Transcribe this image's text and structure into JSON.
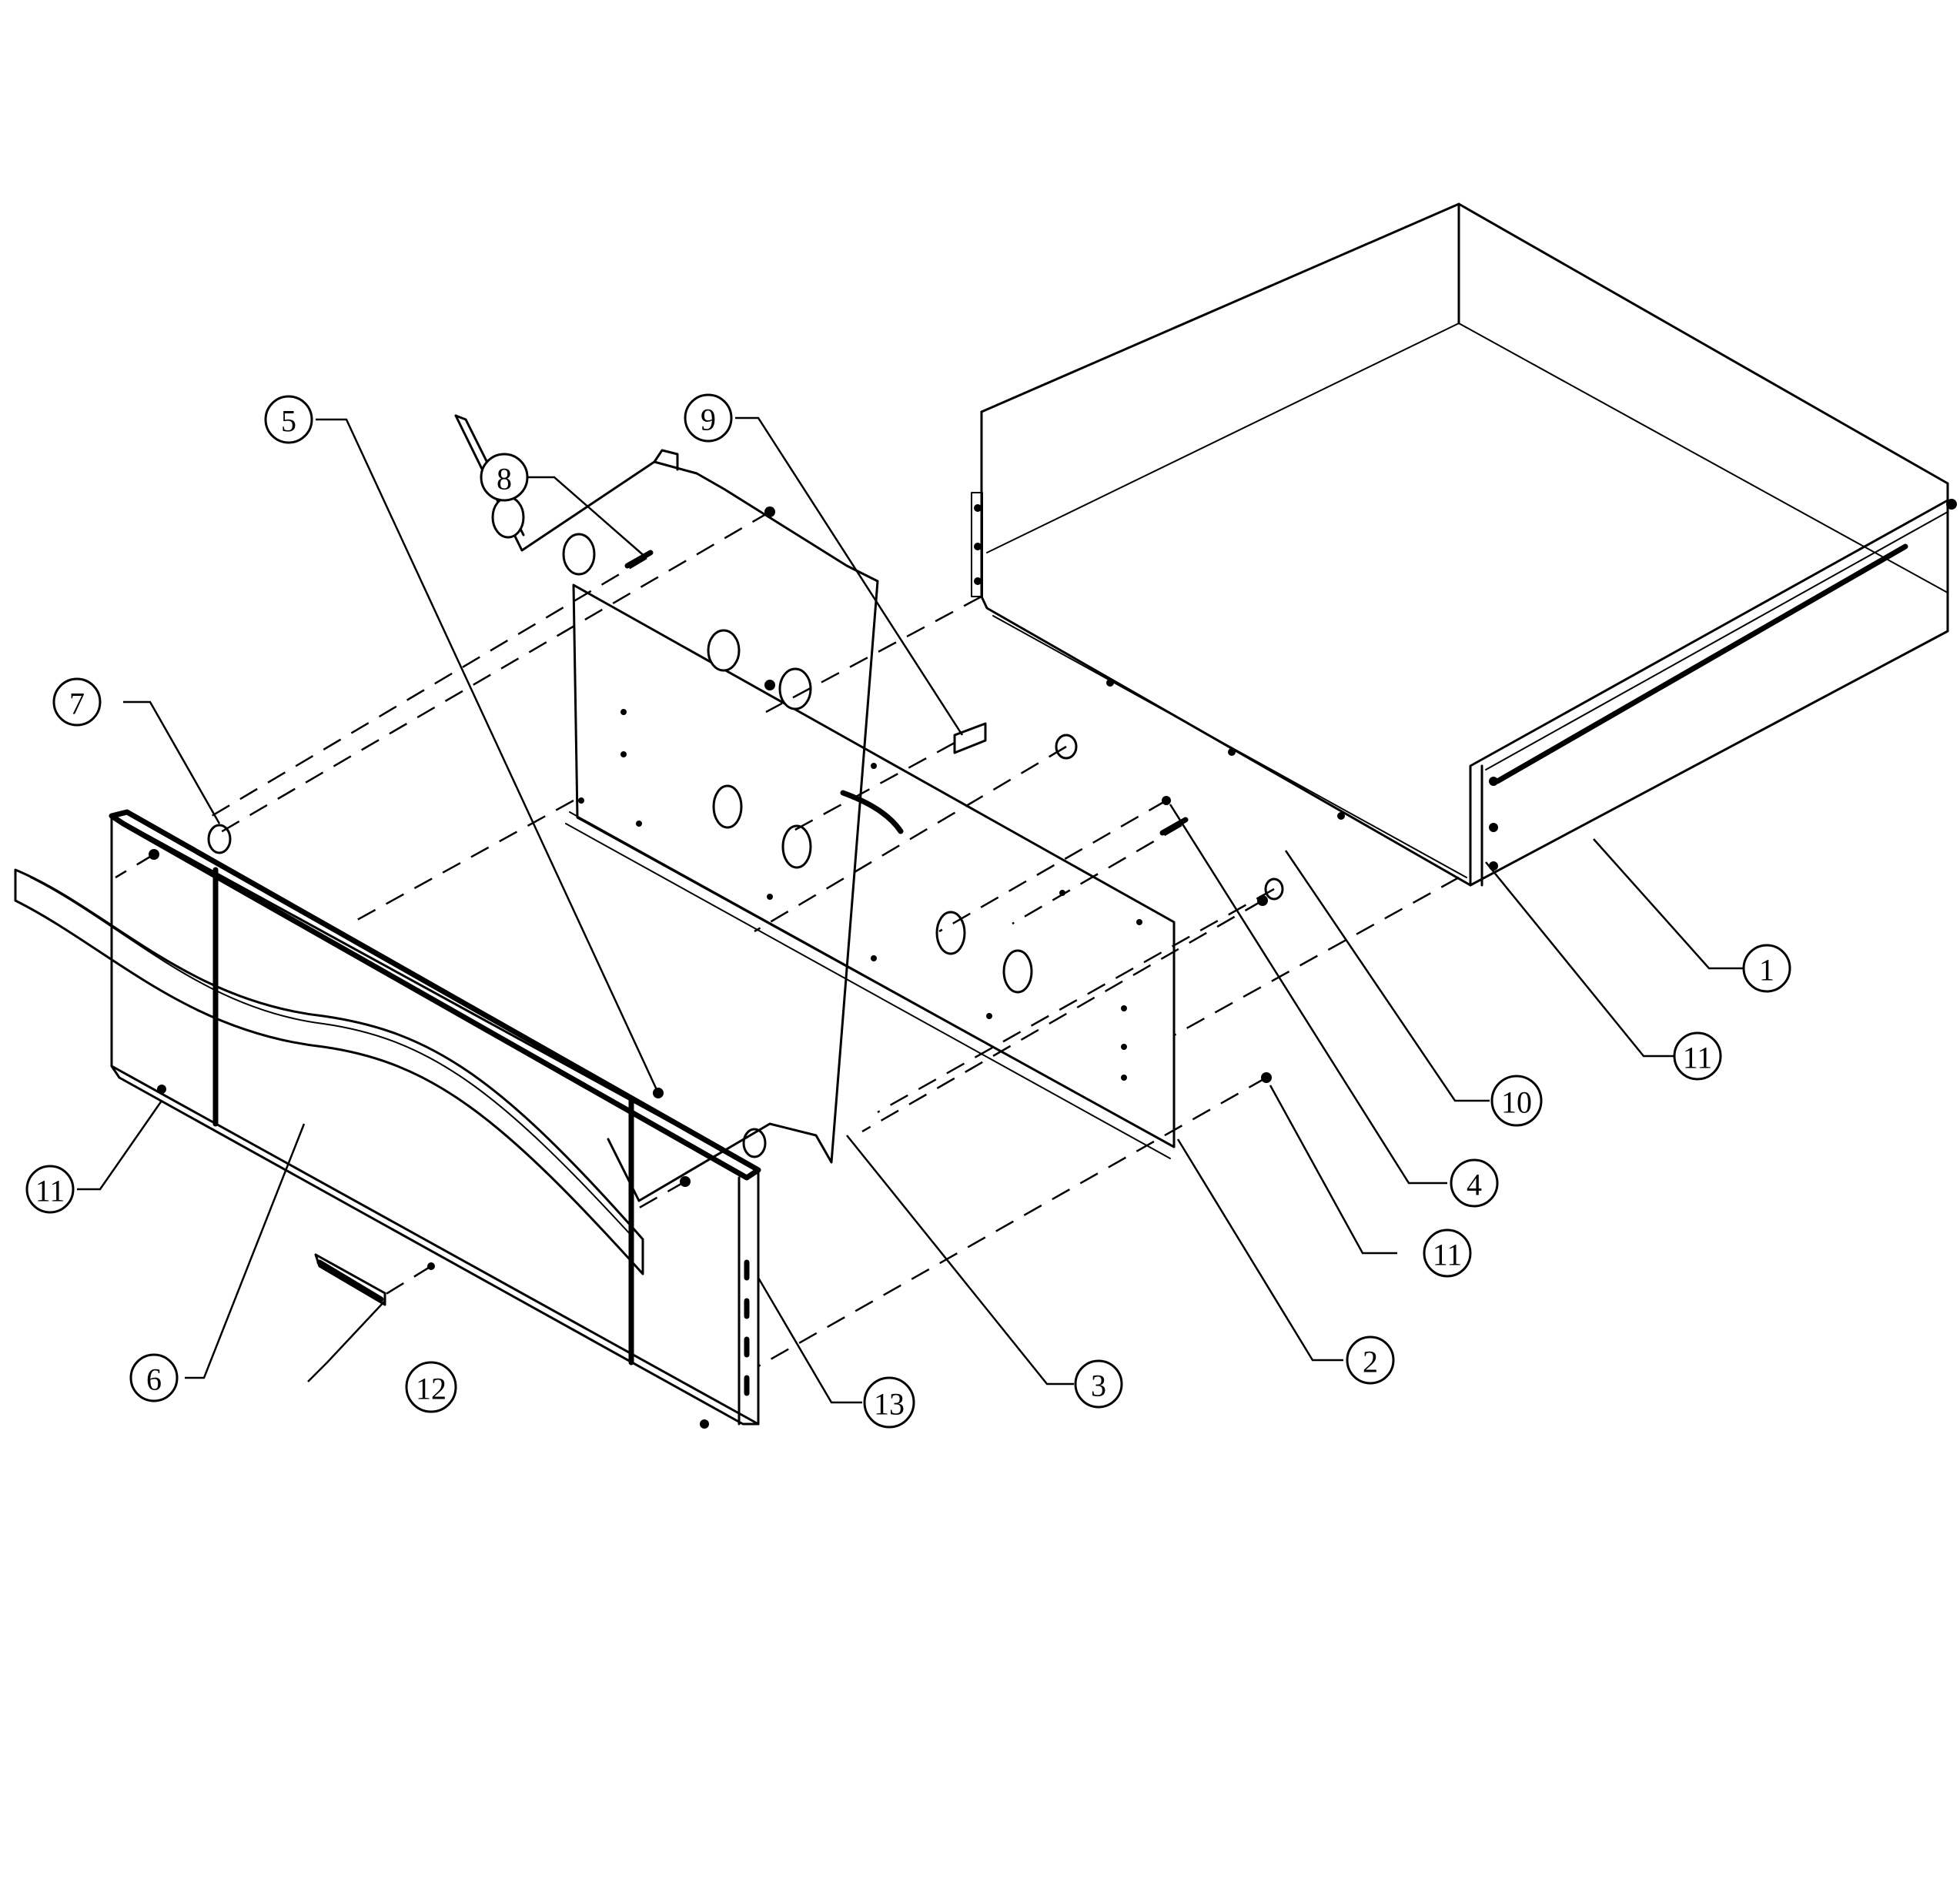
{
  "callouts": [
    {
      "id": "c1",
      "label": "1"
    },
    {
      "id": "c2",
      "label": "2"
    },
    {
      "id": "c3",
      "label": "3"
    },
    {
      "id": "c4",
      "label": "4"
    },
    {
      "id": "c5",
      "label": "5"
    },
    {
      "id": "c6",
      "label": "6"
    },
    {
      "id": "c7",
      "label": "7"
    },
    {
      "id": "c8",
      "label": "8"
    },
    {
      "id": "c9",
      "label": "9"
    },
    {
      "id": "c10",
      "label": "10"
    },
    {
      "id": "c11a",
      "label": "11"
    },
    {
      "id": "c11b",
      "label": "11"
    },
    {
      "id": "c11c",
      "label": "11"
    },
    {
      "id": "c12",
      "label": "12"
    },
    {
      "id": "c13",
      "label": "13"
    }
  ]
}
